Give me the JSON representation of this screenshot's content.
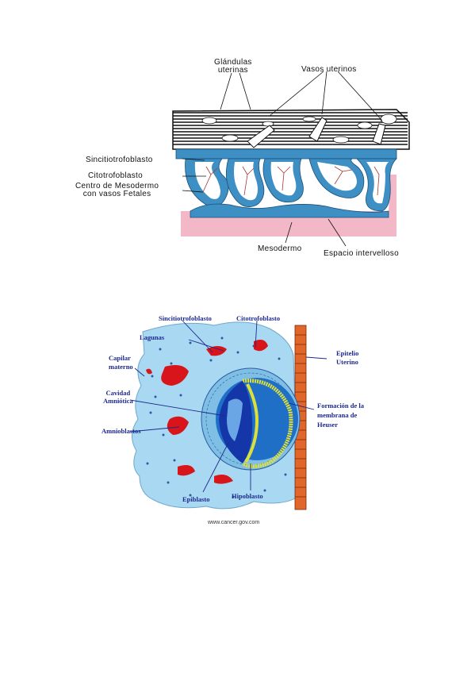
{
  "diagram1": {
    "labels": {
      "glandulas": "Glándulas\nuterinas",
      "vasos": "Vasos uterinos",
      "sincitio": "Sincitiotrofoblasto",
      "citotro": "Citotrofoblasto",
      "centro": "Centro de Mesodermo\ncon vasos Fetales",
      "mesodermo": "Mesodermo",
      "espacio": "Espacio intervelloso"
    },
    "colors": {
      "blue": "#3d8fc4",
      "pink": "#f2b8c8",
      "black": "#111111"
    }
  },
  "diagram2": {
    "labels": {
      "sincitio": "Sincitiotrofoblasto",
      "citotro": "Citotrofoblasto",
      "lagunas": "Lagunas",
      "capilar": "Capilar\nmaterno",
      "epitelio": "Epitelio\nUterino",
      "cavidad": "Cavidad\nAmniótica",
      "formacion": "Formación de la\nmembrana de\nHeuser",
      "amnio": "Amnioblastos",
      "epiblasto": "Epiblasto",
      "hipoblasto": "Hipoblasto",
      "source": "www.cancer.gov.com"
    },
    "colors": {
      "bg": "#a9d8f2",
      "red": "#d7151b",
      "dark_blue": "#1436a8",
      "yellow": "#dde03a",
      "orange": "#e0662a"
    }
  }
}
